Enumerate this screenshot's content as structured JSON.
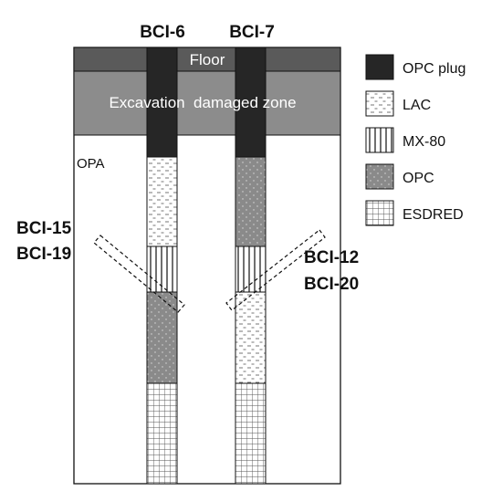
{
  "boreholes": [
    {
      "id": "BCI-6"
    },
    {
      "id": "BCI-7"
    }
  ],
  "layers": {
    "floor": "Floor",
    "edz": "Excavation  damaged zone",
    "host_rock": "OPA"
  },
  "inclined_labels": {
    "left": [
      "BCI-15",
      "BCI-19"
    ],
    "right": [
      "BCI-12",
      "BCI-20"
    ]
  },
  "legend": [
    {
      "label": "OPC plug",
      "pattern": "opcplug"
    },
    {
      "label": "LAC",
      "pattern": "lac"
    },
    {
      "label": "MX-80",
      "pattern": "mx80"
    },
    {
      "label": "OPC",
      "pattern": "opc"
    },
    {
      "label": "ESDRED",
      "pattern": "esdred"
    }
  ],
  "colors": {
    "floor": "#5a5a5a",
    "edz": "#8c8c8c",
    "opc_plug": "#262626",
    "opc": "#8a8a8a",
    "outline": "#111111"
  }
}
